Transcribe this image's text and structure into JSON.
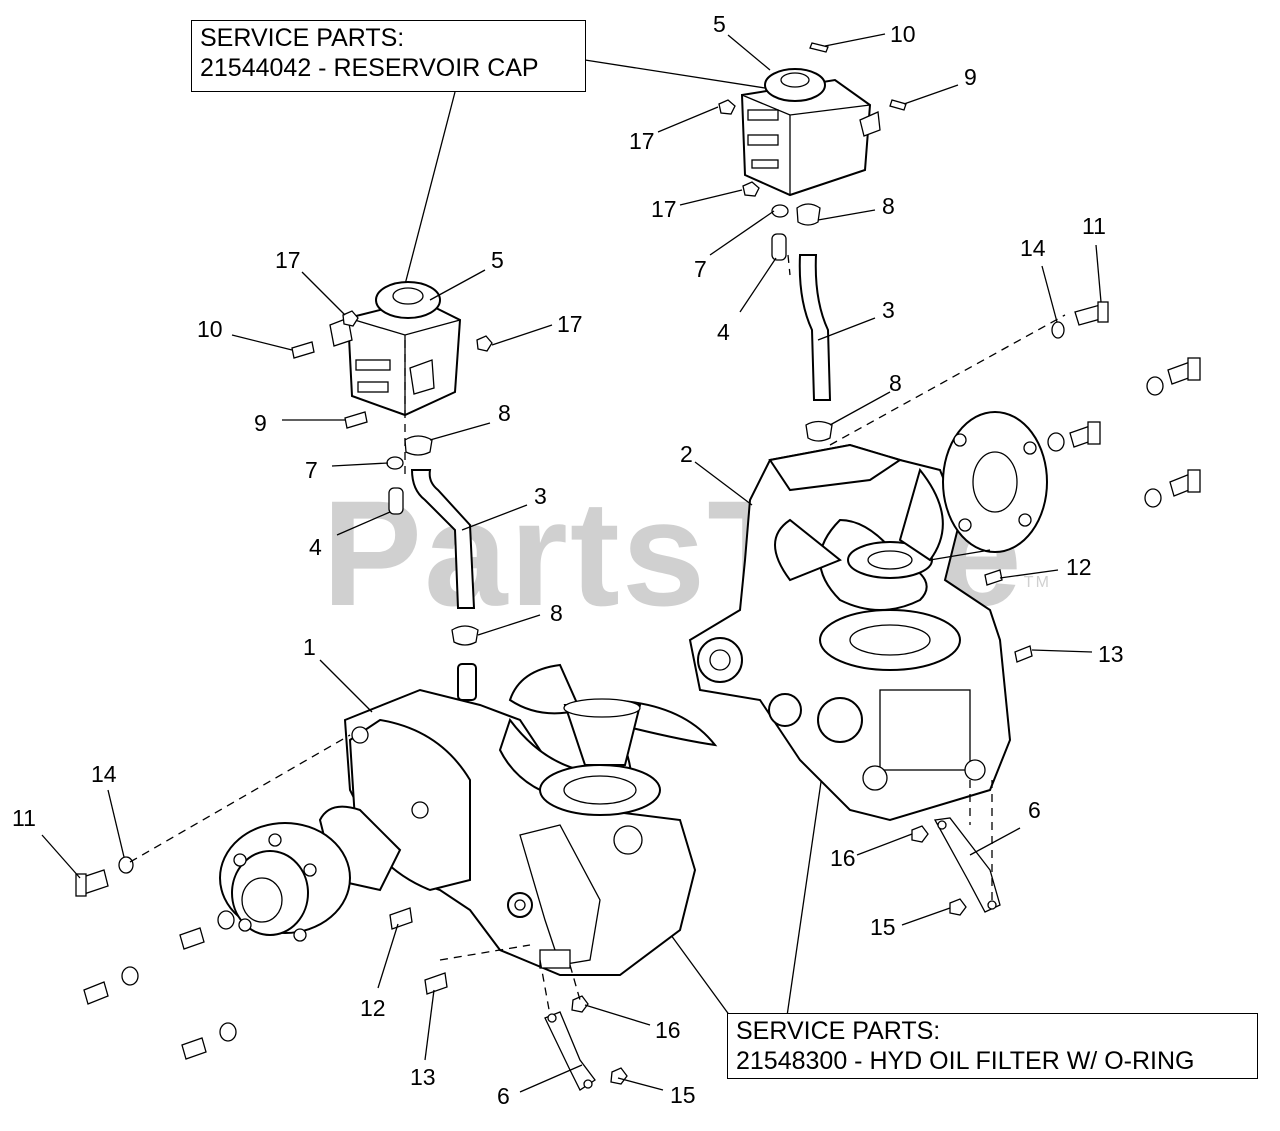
{
  "watermark": {
    "text": "PartsTree",
    "trademark": "TM"
  },
  "service_boxes": [
    {
      "title": "SERVICE PARTS:",
      "line": "21544042 - RESERVOIR CAP"
    },
    {
      "title": "SERVICE PARTS:",
      "line": "21548300 - HYD OIL FILTER W/ O-RING"
    }
  ],
  "callouts": {
    "left": [
      "1",
      "17",
      "5",
      "10",
      "17",
      "9",
      "8",
      "7",
      "3",
      "4",
      "8",
      "14",
      "11",
      "12",
      "13",
      "16",
      "6",
      "15"
    ],
    "right": [
      "5",
      "10",
      "9",
      "17",
      "17",
      "8",
      "7",
      "4",
      "3",
      "11",
      "14",
      "8",
      "2",
      "12",
      "13",
      "6",
      "16",
      "15"
    ]
  }
}
